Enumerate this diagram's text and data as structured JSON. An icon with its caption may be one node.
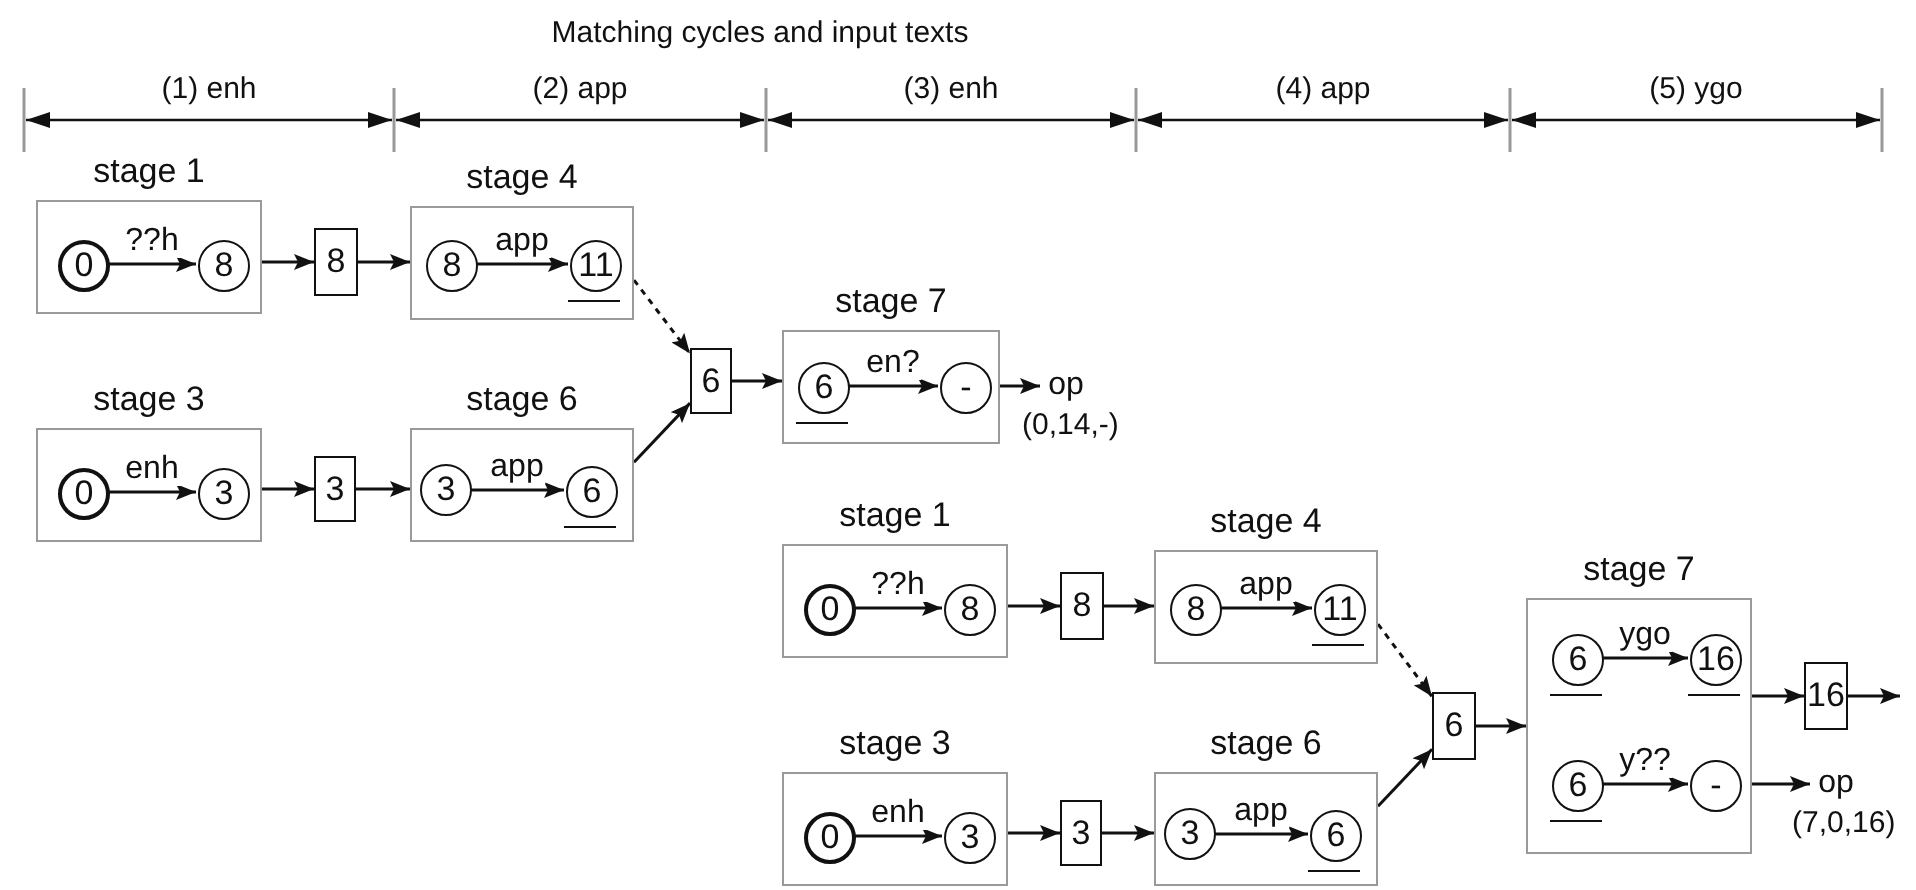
{
  "diagram": {
    "title": "Matching cycles and input texts",
    "nodes": [
      {
        "text": [
          "stage 1"
        ]
      },
      {
        "text": [
          "0"
        ],
        "in": 0
      },
      {
        "text": [
          "8"
        ],
        "in": 0
      },
      {
        "text": [
          "8"
        ]
      },
      {
        "text": [
          "stage 4"
        ]
      },
      {
        "text": [
          "8"
        ],
        "in": 4
      },
      {
        "text": [
          "11"
        ],
        "in": 4
      },
      {
        "text": [
          "stage 3"
        ]
      },
      {
        "text": [
          "0"
        ],
        "in": 7
      },
      {
        "text": [
          "3"
        ],
        "in": 7
      },
      {
        "text": [
          "3"
        ]
      },
      {
        "text": [
          "stage 6"
        ]
      },
      {
        "text": [
          "3"
        ],
        "in": 11
      },
      {
        "text": [
          "6"
        ],
        "in": 11
      },
      {
        "text": [
          "6"
        ]
      },
      {
        "text": [
          "stage 7"
        ]
      },
      {
        "text": [
          "6"
        ],
        "in": 15
      },
      {
        "text": [
          "-"
        ],
        "in": 15
      },
      {
        "text": [
          "op"
        ],
        "beside": [
          "(0,14,-)"
        ]
      },
      {
        "text": [
          "stage 1"
        ]
      },
      {
        "text": [
          "0"
        ],
        "in": 19
      },
      {
        "text": [
          "8"
        ],
        "in": 19
      },
      {
        "text": [
          "8"
        ]
      },
      {
        "text": [
          "stage 4"
        ]
      },
      {
        "text": [
          "8"
        ],
        "in": 23
      },
      {
        "text": [
          "11"
        ],
        "in": 23
      },
      {
        "text": [
          "stage 3"
        ]
      },
      {
        "text": [
          "0"
        ],
        "in": 26
      },
      {
        "text": [
          "3"
        ],
        "in": 26
      },
      {
        "text": [
          "3"
        ]
      },
      {
        "text": [
          "stage 6"
        ]
      },
      {
        "text": [
          "3"
        ],
        "in": 30
      },
      {
        "text": [
          "6"
        ],
        "in": 30
      },
      {
        "text": [
          "6"
        ]
      },
      {
        "text": [
          "stage 7"
        ]
      },
      {
        "text": [
          "6"
        ],
        "in": 34
      },
      {
        "text": [
          "16"
        ],
        "in": 34
      },
      {
        "text": [
          "6"
        ],
        "in": 34
      },
      {
        "text": [
          "-"
        ],
        "in": 34
      },
      {
        "text": [
          "16"
        ]
      },
      {
        "text": [
          "op"
        ],
        "beside": [
          "(7,0,16)"
        ]
      }
    ],
    "edges": [
      {
        "from": 1,
        "to": 2,
        "arrow": "to",
        "label": "??h"
      },
      {
        "from": 0,
        "to": 3,
        "arrow": "to"
      },
      {
        "from": 3,
        "to": 4,
        "arrow": "to"
      },
      {
        "from": 5,
        "to": 6,
        "arrow": "to",
        "label": "app"
      },
      {
        "from": 4,
        "to": 14,
        "arrow": "to",
        "style": "dashed"
      },
      {
        "from": 8,
        "to": 9,
        "arrow": "to",
        "label": "enh"
      },
      {
        "from": 7,
        "to": 10,
        "arrow": "to"
      },
      {
        "from": 10,
        "to": 11,
        "arrow": "to"
      },
      {
        "from": 12,
        "to": 13,
        "arrow": "to",
        "label": "app"
      },
      {
        "from": 11,
        "to": 14,
        "arrow": "to"
      },
      {
        "from": 14,
        "to": 15,
        "arrow": "to"
      },
      {
        "from": 16,
        "to": 17,
        "arrow": "to",
        "label": "en?"
      },
      {
        "from": 15,
        "to": 18,
        "arrow": "to"
      },
      {
        "from": 20,
        "to": 21,
        "arrow": "to",
        "label": "??h"
      },
      {
        "from": 19,
        "to": 22,
        "arrow": "to"
      },
      {
        "from": 22,
        "to": 23,
        "arrow": "to"
      },
      {
        "from": 24,
        "to": 25,
        "arrow": "to",
        "label": "app"
      },
      {
        "from": 23,
        "to": 33,
        "arrow": "to",
        "style": "dashed"
      },
      {
        "from": 27,
        "to": 28,
        "arrow": "to",
        "label": "enh"
      },
      {
        "from": 26,
        "to": 29,
        "arrow": "to"
      },
      {
        "from": 29,
        "to": 30,
        "arrow": "to"
      },
      {
        "from": 31,
        "to": 32,
        "arrow": "to",
        "label": "app"
      },
      {
        "from": 30,
        "to": 33,
        "arrow": "to"
      },
      {
        "from": 33,
        "to": 34,
        "arrow": "to"
      },
      {
        "from": 35,
        "to": 36,
        "arrow": "to",
        "label": "ygo"
      },
      {
        "from": 37,
        "to": 38,
        "arrow": "to",
        "label": "y??"
      },
      {
        "from": 34,
        "to": 39,
        "arrow": "to"
      },
      {
        "from": 39,
        "to": null,
        "arrow": "to"
      },
      {
        "from": 34,
        "to": 40,
        "arrow": "to"
      }
    ],
    "labels": [
      "(1) enh",
      "(2) app",
      "(3) enh",
      "(4) app",
      "(5) ygo"
    ]
  }
}
